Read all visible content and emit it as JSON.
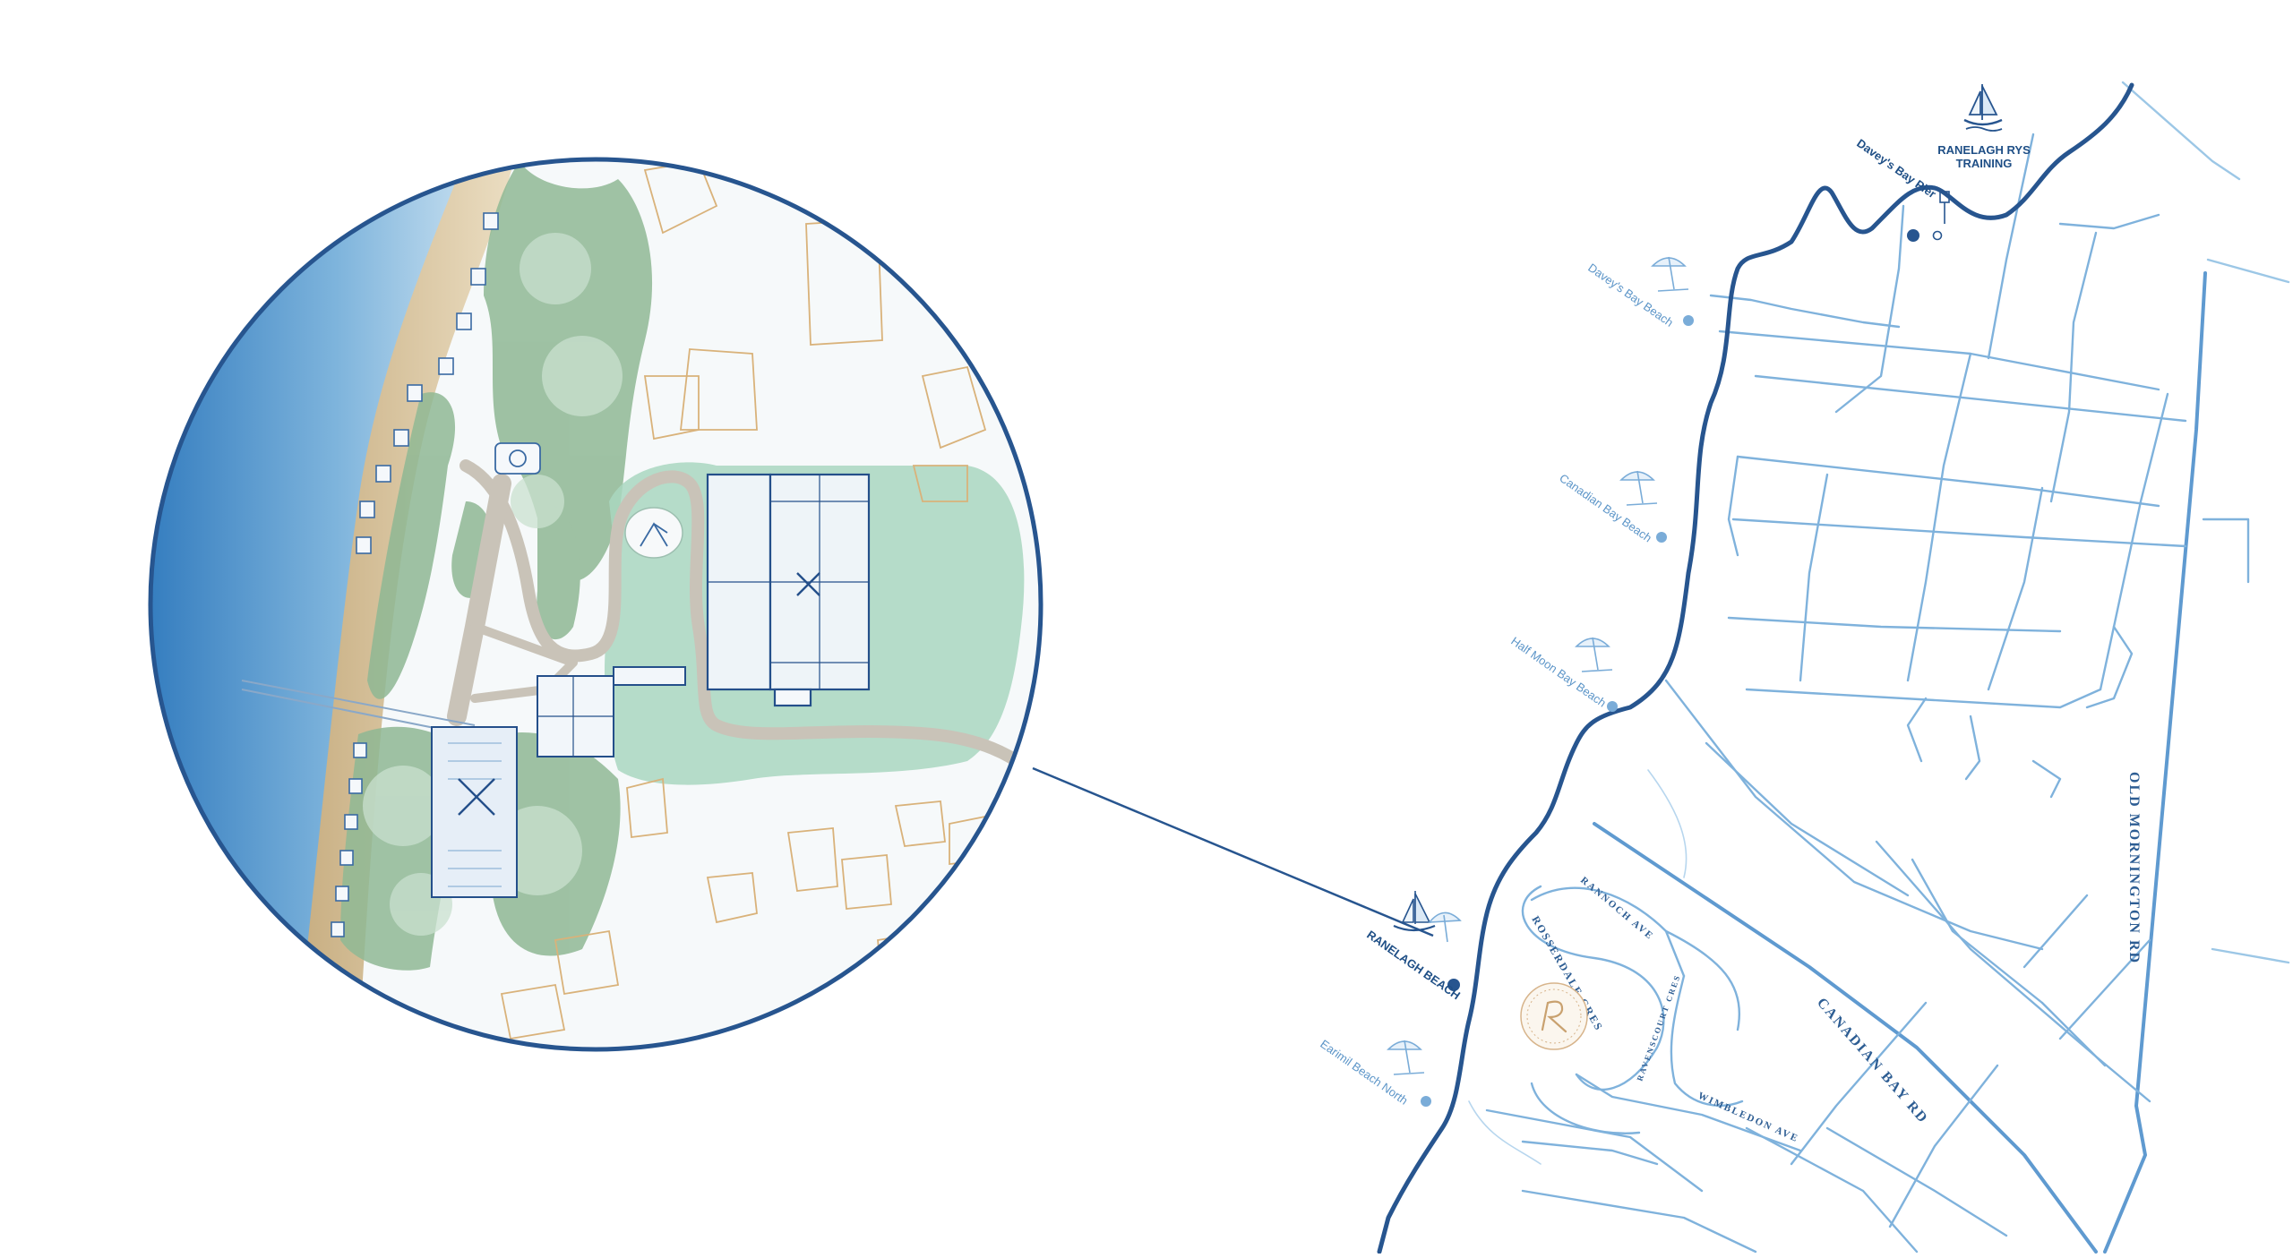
{
  "colors": {
    "coast": "#27558f",
    "road": "#7fb2dc",
    "road_dark": "#3f79b4",
    "label_dark": "#1f4f86",
    "label_light": "#5c95c8",
    "sea": "#5a98cc",
    "sand": "#d8c7a0",
    "vegetation": "#7fa886",
    "lawn": "#a9d7c0",
    "path": "#c9c3b8",
    "building_outline": "#d9b27a",
    "court_line": "#244f8a"
  },
  "places": {
    "ranelagh_rys": {
      "line1": "RANELAGH RYS",
      "line2": "TRAINING",
      "icon": "sailboat-icon"
    },
    "daveys_bay_pier": {
      "label": "Davey's Bay Pier",
      "icon": "pier-light-icon"
    },
    "daveys_bay_beach": {
      "label": "Davey's Bay Beach",
      "icon": "beach-umbrella-icon"
    },
    "canadian_bay_beach": {
      "label": "Canadian Bay Beach",
      "icon": "beach-umbrella-icon"
    },
    "half_moon_bay_beach": {
      "label": "Half Moon Bay Beach",
      "icon": "beach-umbrella-icon"
    },
    "ranelagh_beach": {
      "label": "RANELAGH BEACH",
      "icon": "sailboat-umbrella-icon"
    },
    "earimil_beach_north": {
      "label": "Earimil Beach North",
      "icon": "beach-umbrella-icon"
    }
  },
  "roads": {
    "old_mornington": "OLD MORNINGTON RD",
    "canadian_bay": "CANADIAN BAY RD",
    "rannoch": "RANNOCH AVE",
    "rosserdale": "ROSSERDALE CRES",
    "ravenscourt": "RAVENSCOURT CRES",
    "wimbledon": "WIMBLEDON AVE"
  },
  "logo": {
    "emblem": "club-crest-icon"
  },
  "inset": {
    "features": [
      "tennis-courts-icon",
      "playground-icon",
      "roundabout-icon",
      "beach-hut-icon",
      "rowing-icon"
    ]
  }
}
